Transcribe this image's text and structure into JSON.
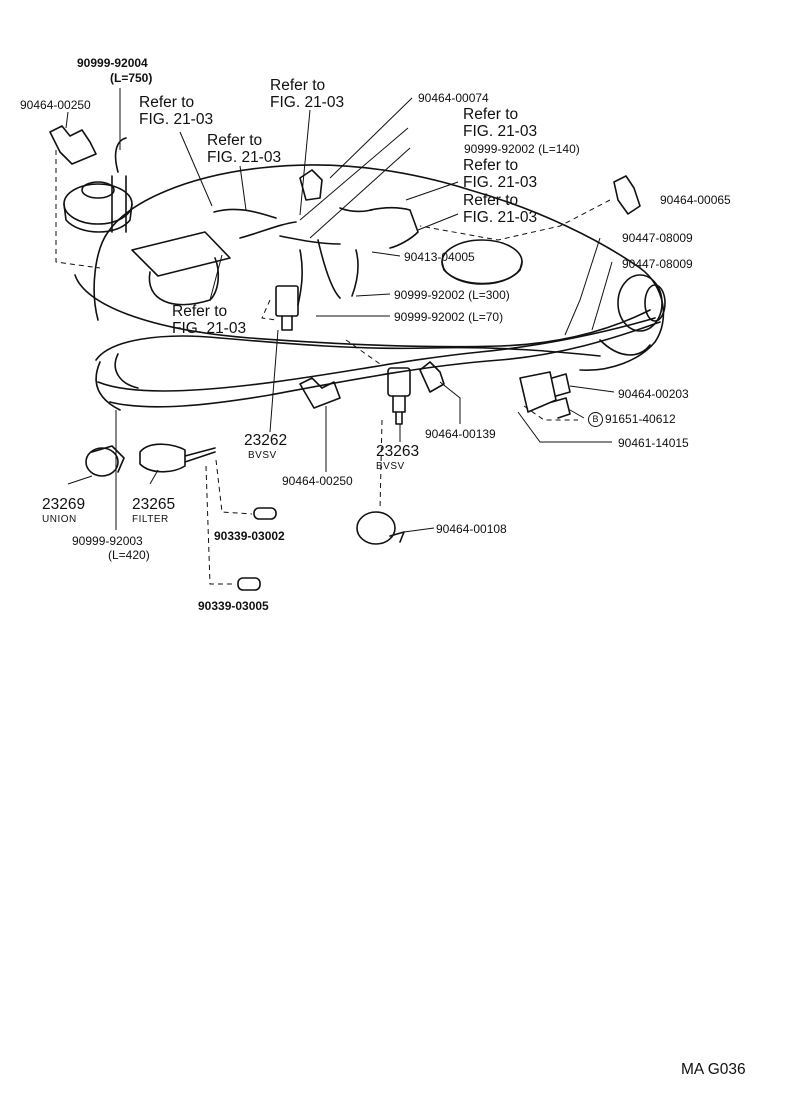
{
  "labels": {
    "p90999_92004": "90999-92004",
    "p90999_92004_len": "(L=750)",
    "p90464_00250_top": "90464-00250",
    "p90464_00074": "90464-00074",
    "p90999_92002_140": "90999-92002 (L=140)",
    "p90464_00065": "90464-00065",
    "p90447_08009_a": "90447-08009",
    "p90447_08009_b": "90447-08009",
    "p90413_04005": "90413-04005",
    "p90999_92002_300": "90999-92002 (L=300)",
    "p90999_92002_70": "90999-92002 (L=70)",
    "p90464_00203": "90464-00203",
    "p91651_40612": "91651-40612",
    "p91651_marker": "B",
    "p90461_14015": "90461-14015",
    "p90464_00139": "90464-00139",
    "p90464_00250_bottom": "90464-00250",
    "p90464_00108": "90464-00108",
    "p23262": "23262",
    "p23262_sub": "BVSV",
    "p23263": "23263",
    "p23263_sub": "BVSV",
    "p23269": "23269",
    "p23269_sub": "UNION",
    "p23265": "23265",
    "p23265_sub": "FILTER",
    "p90999_92003": "90999-92003",
    "p90999_92003_len": "(L=420)",
    "p90339_03002": "90339-03002",
    "p90339_03005": "90339-03005",
    "diagram_code": "MA G036"
  },
  "refer_line1": "Refer to",
  "refer_line2": "FIG. 21-03"
}
